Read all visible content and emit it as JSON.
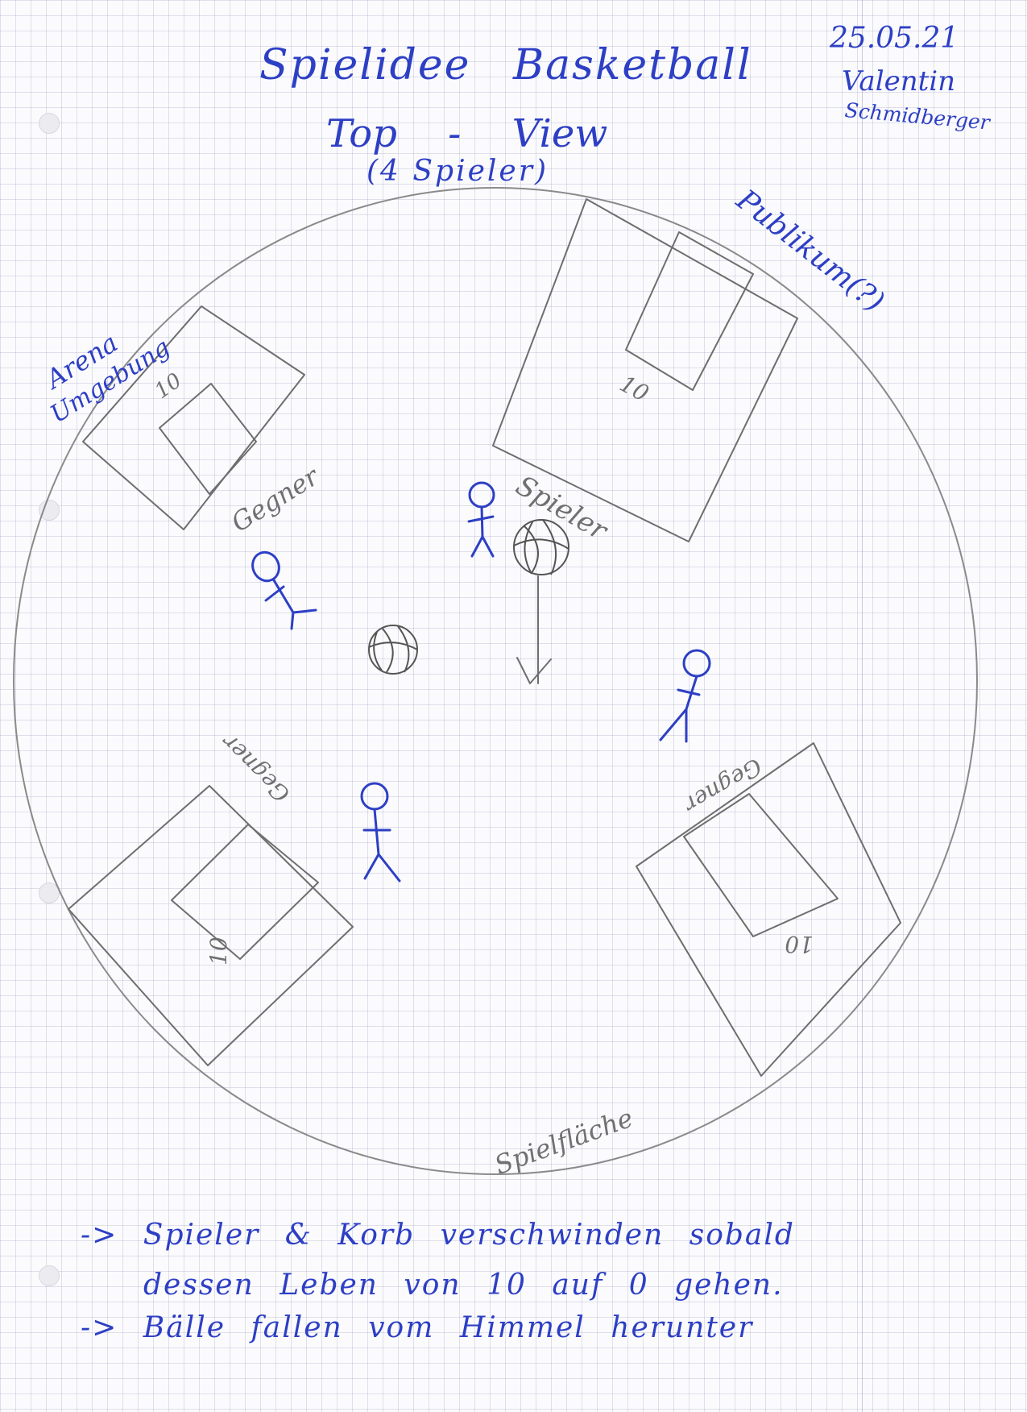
{
  "title": {
    "line1": "Spielidee Basketball",
    "line2": "Top - View",
    "line3": "(4 Spieler)"
  },
  "meta": {
    "date": "25.05.21",
    "author_first": "Valentin",
    "author_last": "Schmidberger"
  },
  "labels": {
    "audience": "Publikum(?)",
    "arena_line1": "Arena",
    "arena_line2": "Umgebung",
    "field": "Spielfläche",
    "opponent": "Gegner",
    "player": "Spieler",
    "lives": "10"
  },
  "notes": [
    {
      "arrow": "->",
      "text": "Spieler & Korb verschwinden sobald"
    },
    {
      "arrow": "",
      "text": "dessen Leben von 10 auf 0 gehen."
    },
    {
      "arrow": "->",
      "text": "Bälle fallen vom Himmel herunter"
    }
  ],
  "colors": {
    "ink": "#2d3fc4",
    "pencil": "#6e6e6e",
    "paper": "#fbfbfd"
  }
}
